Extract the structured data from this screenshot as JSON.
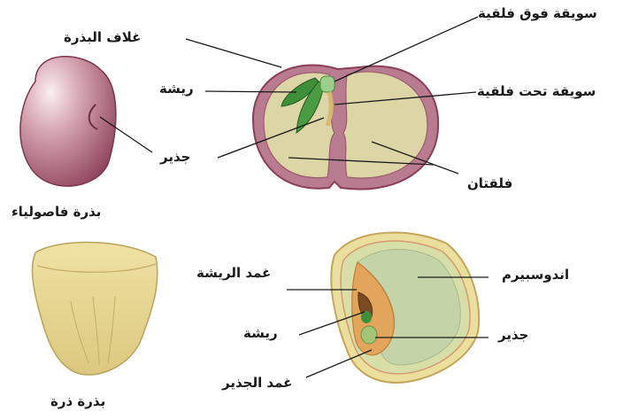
{
  "labels": {
    "seed_coat": "غلاف البذرة",
    "plumule_top": "ريشة",
    "radicle_top": "جذير",
    "epicotyl": "سويقة فوق فلقية",
    "hypocotyl": "سويقة تحت فلقية",
    "cotyledons": "فلقتان",
    "bean_seed": "بذرة فاصولياء",
    "coleoptile": "غمد الريشة",
    "plumule_bottom": "ريشة",
    "coleorhiza": "غمد الجذير",
    "endosperm": "اندوسبيرم",
    "radicle_bottom": "جذير",
    "corn_seed": "بذرة ذرة"
  },
  "colors": {
    "bean_outer": "#a3566e",
    "cotyledon_fill": "#d9d3a0",
    "embryo_leaf": "#3f8f3a",
    "corn_hull": "#e8de9a",
    "endosperm_fill": "#c5d3a9",
    "embryo_orange": "#e3a55b"
  }
}
